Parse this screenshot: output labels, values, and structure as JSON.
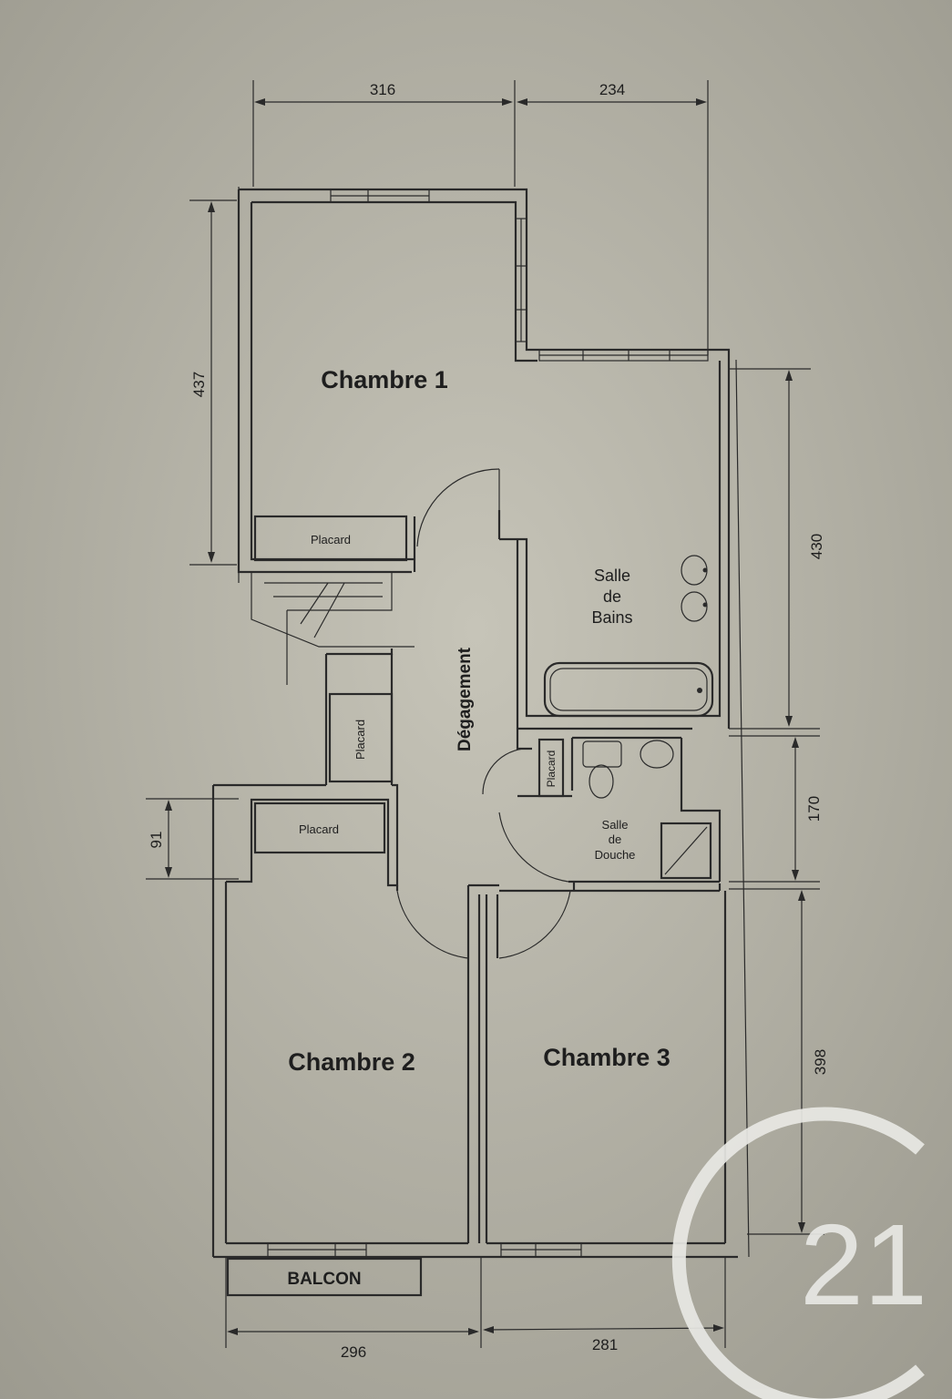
{
  "rooms": {
    "chambre1": "Chambre 1",
    "chambre2": "Chambre 2",
    "chambre3": "Chambre 3",
    "degagement": "Dégagement",
    "salle_bains": [
      "Salle",
      "de",
      "Bains"
    ],
    "salle_douche": [
      "Salle",
      "de",
      "Douche"
    ],
    "balcon": "BALCON"
  },
  "closets": {
    "placard_ch1": "Placard",
    "placard_stair": "Placard",
    "placard_ch2": "Placard",
    "placard_wc": "Placard"
  },
  "dimensions": {
    "top_left": "316",
    "top_right": "234",
    "left_ch1": "437",
    "right_bains": "430",
    "right_douche": "170",
    "right_ch3": "398",
    "left_placard": "91",
    "bottom_left": "296",
    "bottom_right": "281"
  },
  "logo": {
    "text": "21",
    "color": "#e8e8e4"
  },
  "colors": {
    "paper": "#bdbbae",
    "ink": "#2a2a2a"
  }
}
